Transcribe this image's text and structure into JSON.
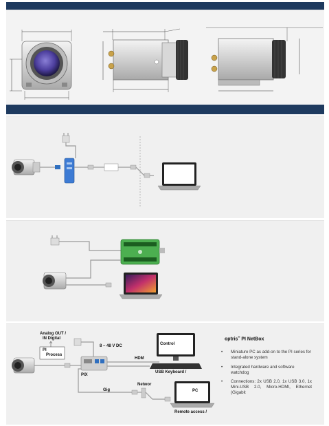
{
  "colors": {
    "header_bar": "#1e3a5f",
    "panel_bg": "#f0f0f0",
    "connector_blue": "#2f6fbf",
    "pcb_green": "#4caf50"
  },
  "icons": [
    "camera-icon",
    "power-plug-icon",
    "usb-connector-icon",
    "pi-netbox-icon",
    "laptop-icon",
    "industrial-box-icon",
    "monitor-icon",
    "keyboard-icon"
  ],
  "diagram": {
    "labels": {
      "analog_out": "Analog OUT /",
      "in_digital": "IN  Digital",
      "pi_process_1": "PI",
      "pi_process_2": "Process",
      "voltage": "8 – 48 V DC",
      "pix": "PIX",
      "hdm": "HDM",
      "usb_keyboard": "USB Keyboard /",
      "control": "Control",
      "networ": "Networ",
      "gig": "Gig",
      "pc": "PC",
      "remote_access": "Remote access /"
    }
  },
  "netbox": {
    "title": "optris",
    "title_reg": "®",
    "title_rest": " PI NetBox",
    "features": [
      "Miniature PC as add-on to the PI series for stand-alone system",
      "Integrated hardware and software watchdog",
      "Connections: 2x USB 2.0, 1x USB 3.0, 1x Mini-USB 2.0, Micro-HDMI, Ethernet (Gigabit"
    ]
  }
}
